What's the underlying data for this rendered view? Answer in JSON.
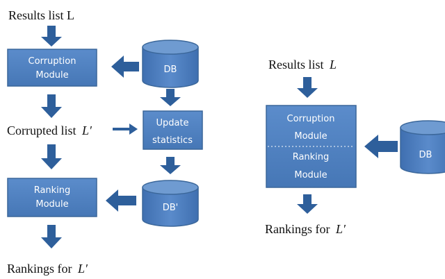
{
  "colors": {
    "box_fill": "#4f81bd",
    "box_stroke": "#3b679a",
    "arrow": "#2e5f9b",
    "cyl_top": "#6f9bd1",
    "text": "#111111"
  },
  "left": {
    "results_prefix": "Results list L",
    "corruption_line1": "Corruption",
    "corruption_line2": "Module",
    "db": "DB",
    "update_line1": "Update",
    "update_line2": "statistics",
    "corrupted_prefix": "Corrupted list",
    "corrupted_var": "L′",
    "ranking_line1": "Ranking",
    "ranking_line2": "Module",
    "db_prime": "DB'",
    "rankings_prefix": "Rankings for",
    "rankings_var": "L′"
  },
  "right": {
    "results_prefix": "Results list",
    "results_var": "L",
    "corruption_line1": "Corruption",
    "corruption_line2": "Module",
    "ranking_line1": "Ranking",
    "ranking_line2": "Module",
    "db": "DB",
    "rankings_prefix": "Rankings for",
    "rankings_var": "L′"
  }
}
